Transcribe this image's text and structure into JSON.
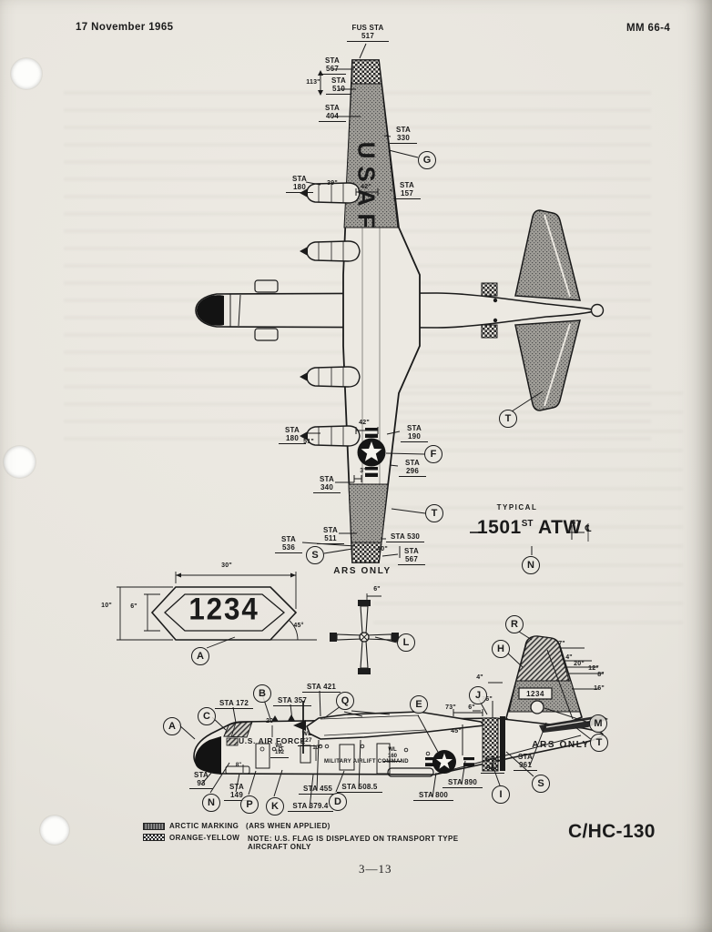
{
  "page": {
    "date": "17 November 1965",
    "doc_number": "MM 66-4",
    "model": "C/HC-130",
    "page_number": "3—13"
  },
  "colors": {
    "paper": "#e9e6df",
    "ink": "#1b1b1b",
    "arctic_gray": "#a09e98"
  },
  "letters": {
    "a": "A",
    "b": "B",
    "c": "C",
    "d": "D",
    "e": "E",
    "f": "F",
    "g": "G",
    "h": "H",
    "i": "I",
    "j": "J",
    "k": "K",
    "l": "L",
    "m": "M",
    "n": "N",
    "p": "P",
    "q": "Q",
    "r": "R",
    "s": "S",
    "t": "T"
  },
  "top_view": {
    "usaf": "USAF",
    "ars_only": "ARS ONLY",
    "labels": {
      "fus_sta_517": "FUS STA\n517",
      "sta_567_u": "STA\n567",
      "dim_113": "113\"",
      "sta_510": "STA\n510",
      "sta_404": "STA\n404",
      "sta_330": "STA\n330",
      "sta_180_u": "STA\n180",
      "dim_39": "39\"",
      "sta_157": "STA\n157",
      "dim_42_u": "42\"",
      "sta_180_l": "STA\n180",
      "dim_51": "51\"",
      "dim_42_l": "42\"",
      "sta_190": "STA\n190",
      "sta_296": "STA\n296",
      "sta_340": "STA\n340",
      "dim_3": "3\"",
      "sta_511": "STA\n511",
      "sta_536": "STA\n536",
      "sta_530": "STA 530",
      "dim_40": "40\"",
      "sta_567_l": "STA\n567"
    }
  },
  "typical": {
    "title": "TYPICAL",
    "num": "1501",
    "sup": "ST",
    "rest": " ATW",
    "dim": "8\"",
    "centerline": "℄"
  },
  "hexagon": {
    "value": "1234",
    "dim_width": "30\"",
    "dim_height": "10\"",
    "dim_inner": "6\"",
    "angle": "45°"
  },
  "propeller": {
    "dim": "6\""
  },
  "side_view": {
    "us_air_force": "U.S. AIR FORCE",
    "mac": "MILITARY AIRLIFT COMMAND",
    "tail_number": "1234",
    "ars_only": "ARS ONLY",
    "labels": {
      "sta_172": "STA 172",
      "sta_357": "STA 357",
      "sta_421": "STA 421",
      "dim_20": "20\"",
      "wl_227": "WL\n227",
      "wl_192": "WL\n192",
      "dim_10": "10\"",
      "dim_8": "8\"",
      "sta_93": "STA\n93",
      "sta_149": "STA\n149",
      "wl_160": "WL\n160",
      "sta_455": "STA 455",
      "sta_508_5": "STA 508.5",
      "sta_379_4": "STA 379.4",
      "sta_800": "STA 800",
      "sta_890": "STA 890",
      "sta_913": "STA\n913",
      "sta_961": "STA\n961",
      "dim_73": "73\"",
      "dim_45": "45\"",
      "dim_6": "6\"",
      "dim_36": "36\"",
      "dim_4a": "4\"",
      "dim_7": "7\"",
      "dim_4b": "4\"",
      "dim_20b": "20\"",
      "dim_12": "12\"",
      "dim_8b": "8\"",
      "dim_16": "16\""
    }
  },
  "legend": {
    "arctic": "ARCTIC MARKING",
    "arctic_note": "(ARS WHEN APPLIED)",
    "orange": "ORANGE-YELLOW",
    "note": "NOTE:   U.S. FLAG IS DISPLAYED ON TRANSPORT TYPE AIRCRAFT ONLY"
  }
}
